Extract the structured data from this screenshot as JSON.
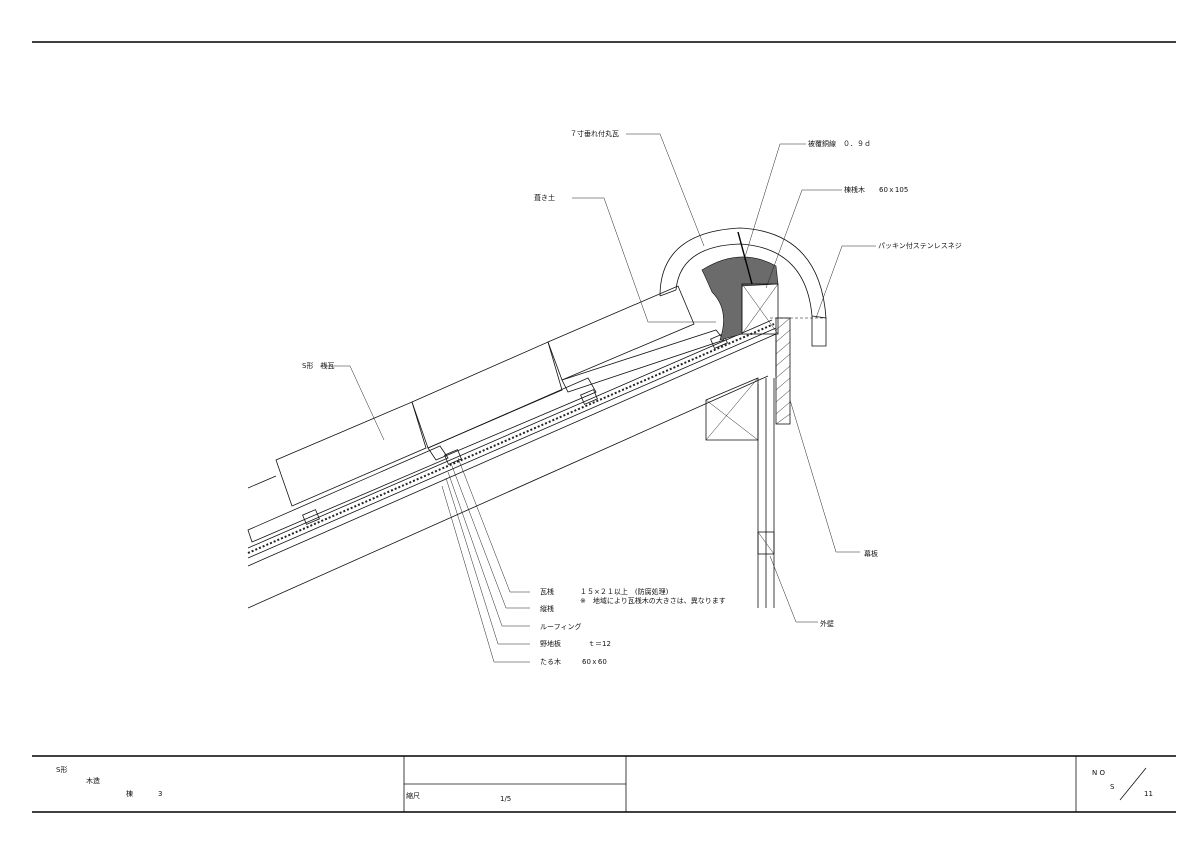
{
  "labels": {
    "ridge_tile": "７寸垂れ付丸瓦",
    "wire": "被覆銅線　０．９ｄ",
    "ridge_timber": "棟桟木　　60ｘ105",
    "packing_screw": "パッキン付ステンレスネジ",
    "mortar": "葺き土",
    "s_tile": "S形　桟瓦",
    "fascia": "幕板",
    "outer_wall": "外壁",
    "batten": "瓦桟",
    "batten_spec": "１５×２１以上　(防腐処理)",
    "batten_note": "※　地域により瓦桟木の大きさは、異なります",
    "counter_batten": "縦桟",
    "roofing": "ルーフィング",
    "sheathing": "野地板",
    "sheathing_spec": "ｔ＝12",
    "rafter": "たる木",
    "rafter_spec": "60ｘ60"
  },
  "title_block": {
    "type": "S形",
    "structure": "木造",
    "ridge_label": "棟",
    "ridge_no": "3",
    "scale_label": "縮尺",
    "scale_value": "1/5",
    "no_label": "N O",
    "series": "S",
    "sheet_no": "11"
  },
  "colors": {
    "line": "#111111",
    "mortar_fill": "#6b6b6b"
  }
}
